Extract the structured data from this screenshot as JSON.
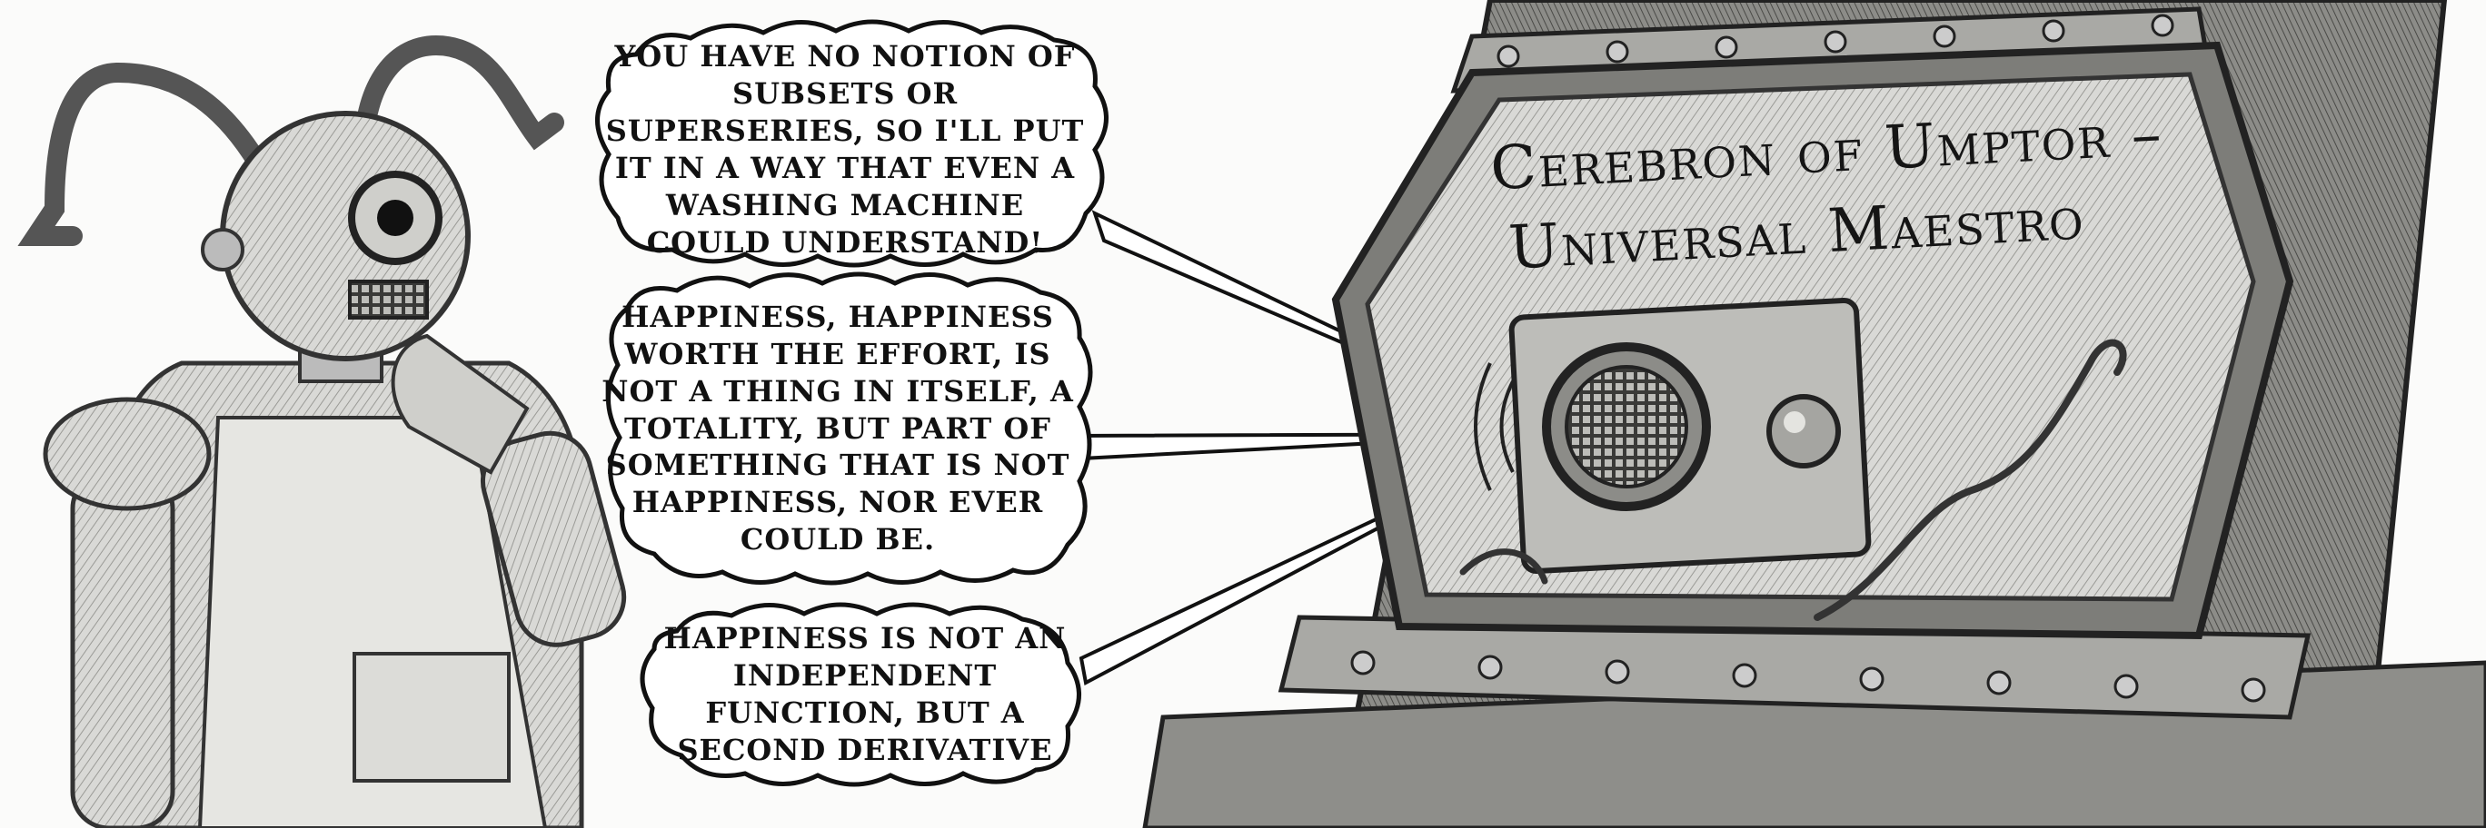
{
  "speech": {
    "bubble_1": "YOU HAVE NO NOTION OF SUBSETS OR SUPERSERIES, SO I'LL PUT IT IN A WAY THAT EVEN A WASHING MACHINE COULD UNDERSTAND!",
    "bubble_2": "HAPPINESS, HAPPINESS WORTH THE EFFORT, IS NOT A THING IN ITSELF, A TOTALITY, BUT PART OF SOMETHING THAT IS NOT HAPPINESS, NOR EVER COULD BE.",
    "bubble_3": "HAPPINESS IS NOT AN INDEPENDENT FUNCTION, BUT A SECOND DERIVATIVE"
  },
  "plaque": {
    "line_1": "Cerebron of Umptor –",
    "line_2": "Universal Maestro"
  }
}
